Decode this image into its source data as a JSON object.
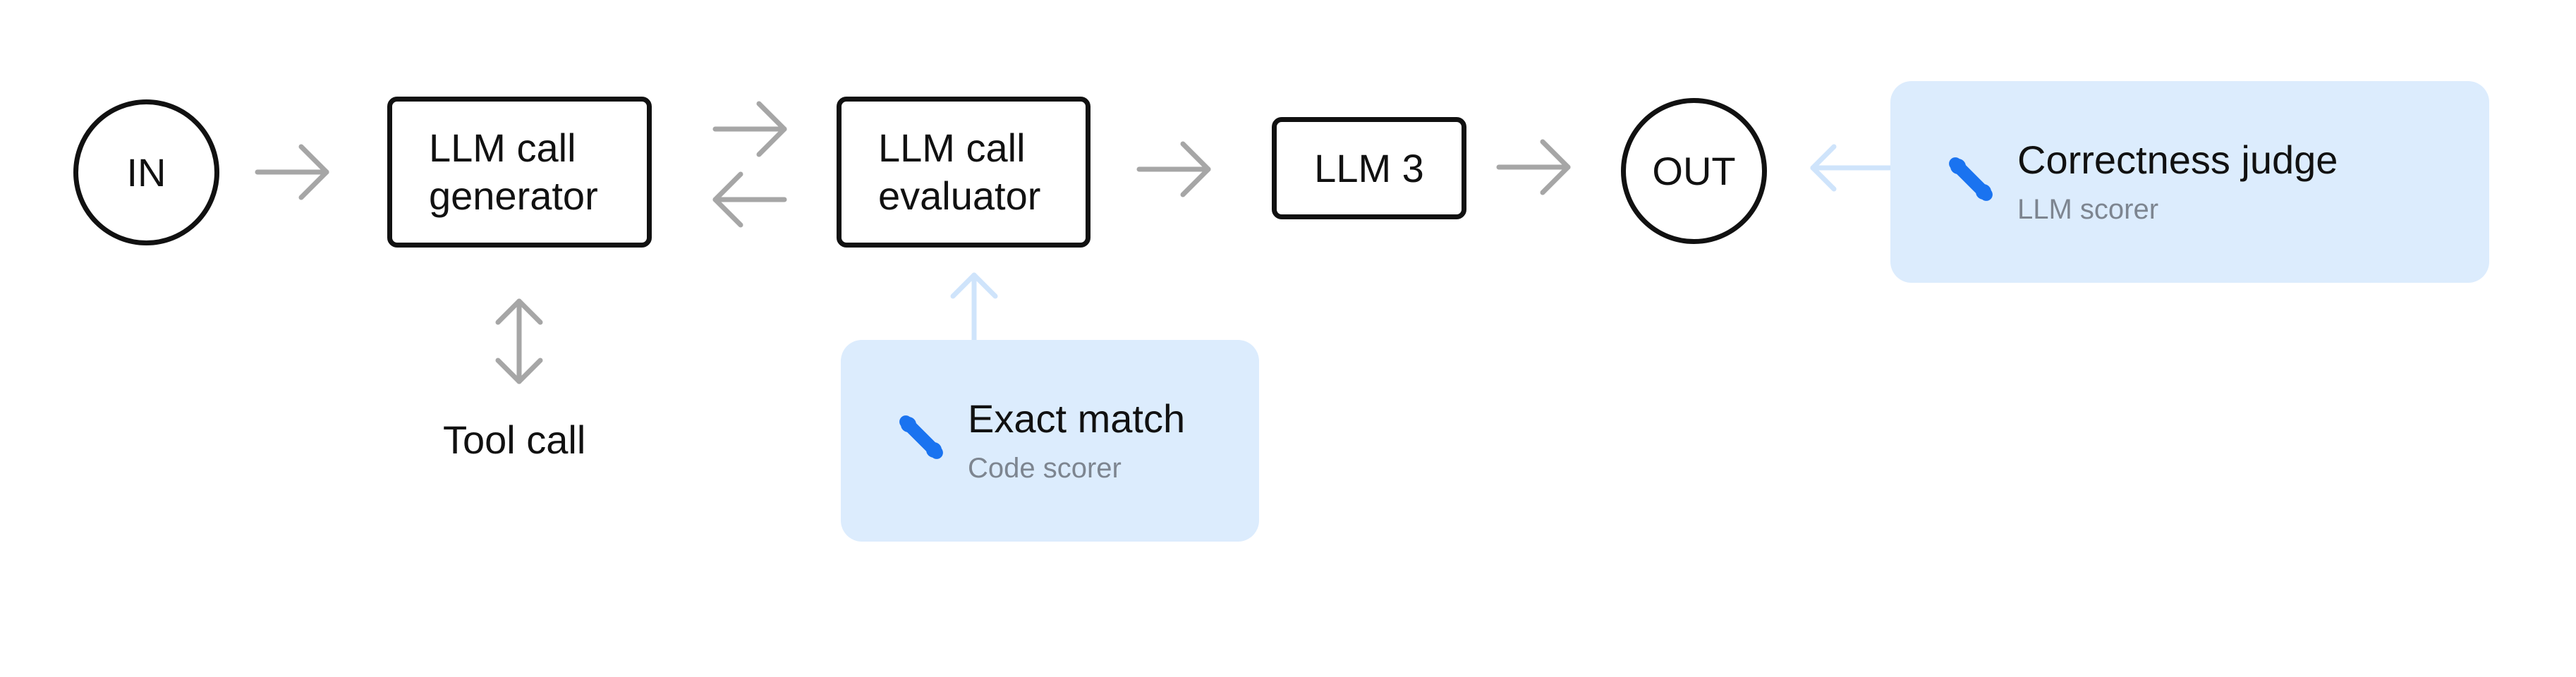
{
  "nodes": {
    "in": {
      "label": "IN"
    },
    "generator": {
      "label": "LLM call\ngenerator"
    },
    "evaluator": {
      "label": "LLM call\nevaluator"
    },
    "llm3": {
      "label": "LLM 3"
    },
    "out": {
      "label": "OUT"
    }
  },
  "tool_call": {
    "label": "Tool call"
  },
  "scorers": {
    "exact_match": {
      "title": "Exact match",
      "subtitle": "Code scorer",
      "icon": "percent-icon"
    },
    "correctness_judge": {
      "title": "Correctness judge",
      "subtitle": "LLM scorer",
      "icon": "percent-icon"
    }
  },
  "colors": {
    "stroke": "#111111",
    "arrow": "#a6a6a6",
    "scorer_bg": "#dcecfd",
    "scorer_arrow": "#cfe4fb",
    "icon": "#1a73f0",
    "subtitle": "#7d8590"
  }
}
